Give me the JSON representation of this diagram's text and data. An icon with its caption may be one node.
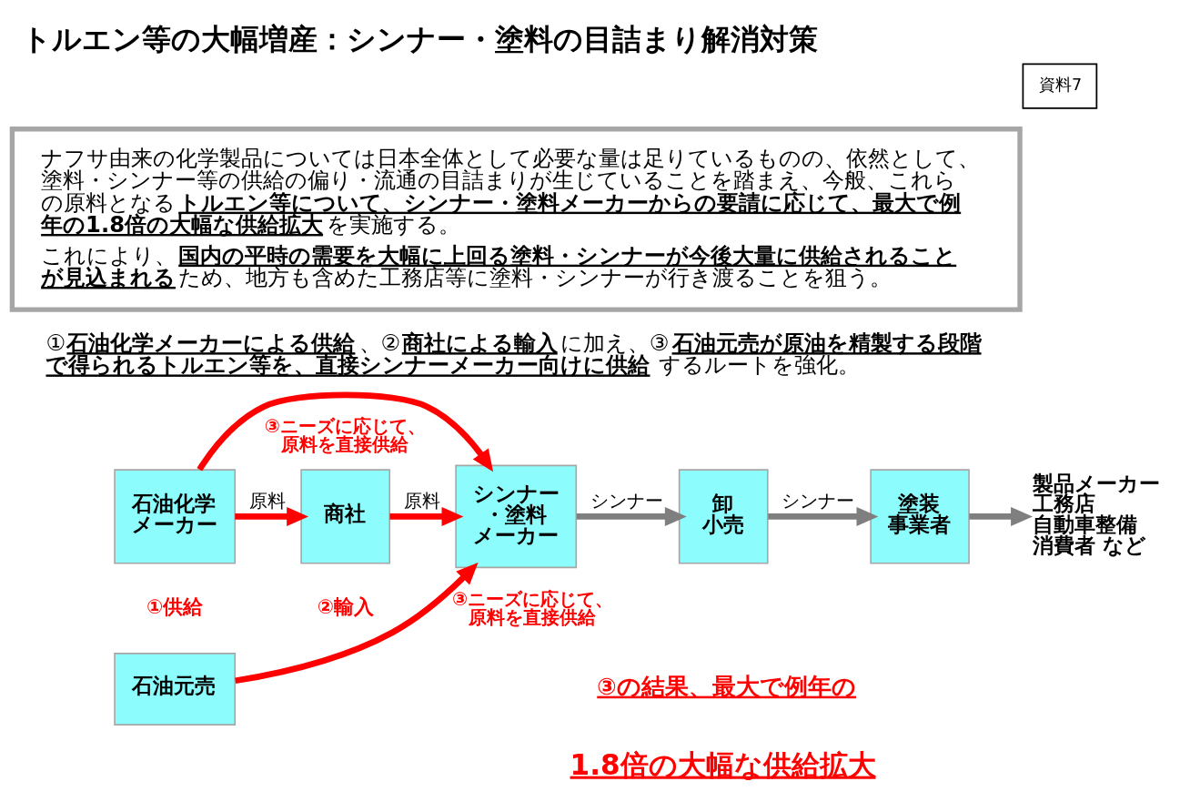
{
  "diagram": {
    "title": "トルエン等の大幅増産：シンナー・塗料の目詰まり解消対策",
    "nodes": [
      {
        "text": [
          "資料7"
        ]
      },
      {
        "text": [
          "ナフサ由来の化学製品については日本全体として必要な量は足りているものの、依然として、塗料・シンナー等の供給の偏り・流通の目詰まりが生じていることを踏まえ、今般、これらの原料となる**トルエン等について、シンナー・塗料メーカーからの要請に応じて、最大で例年の1.8倍の大幅な供給拡大**を実施する。",
          "これにより、**国内の平時の需要を大幅に上回る塗料・シンナーが今後大量に供給されることが見込まれる**ため、地方も含めた工務店等に塗料・シンナーが行き渡ることを狙う。"
        ]
      },
      {
        "text": [
          "石油化学メーカー"
        ],
        "beside": [
          "①供給"
        ]
      },
      {
        "text": [
          "商社"
        ],
        "beside": [
          "②輸入"
        ]
      },
      {
        "text": [
          "シンナー・塗料メーカー"
        ]
      },
      {
        "text": [
          "卸小売"
        ]
      },
      {
        "text": [
          "塗装事業者"
        ]
      },
      {
        "text": [
          "製品メーカー",
          "工務店",
          "自動車整備",
          "消費者 など"
        ]
      },
      {
        "text": [
          "石油元売"
        ]
      }
    ],
    "edges": [
      {
        "from": 2,
        "to": 3,
        "arrow": "to",
        "label": "原料",
        "color": "#ff0000"
      },
      {
        "from": 3,
        "to": 4,
        "arrow": "to",
        "label": "原料",
        "color": "#ff0000"
      },
      {
        "from": 2,
        "to": 4,
        "arrow": "to",
        "label": "③ニーズに応じて、原料を直接供給",
        "color": "#ff0000"
      },
      {
        "from": 8,
        "to": 4,
        "arrow": "to",
        "label": "③ニーズに応じて、原料を直接供給",
        "color": "#ff0000"
      },
      {
        "from": 4,
        "to": 5,
        "arrow": "to",
        "label": "シンナー",
        "color": "#7f7f7f"
      },
      {
        "from": 5,
        "to": 6,
        "arrow": "to",
        "label": "シンナー",
        "color": "#7f7f7f"
      },
      {
        "from": 6,
        "to": 7,
        "arrow": "to",
        "color": "#7f7f7f"
      }
    ],
    "labels": [
      "①**石油化学メーカーによる供給**、②**商社による輸入**に加え、③**石油元売が原油を精製する段階で得られるトルエン等を、直接シンナーメーカー向けに供給**するルートを強化。",
      "③の結果、最大で例年の",
      "1.8倍の大幅な供給拡大"
    ]
  }
}
